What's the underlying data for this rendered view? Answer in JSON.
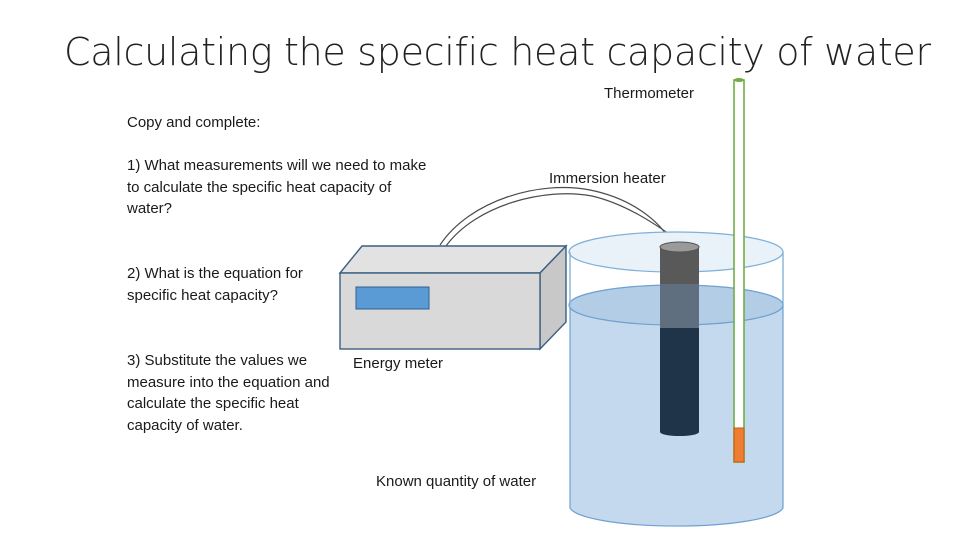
{
  "slide": {
    "title": "Calculating the specific heat capacity of water",
    "intro": "Copy and complete:",
    "questions": [
      {
        "text": "1) What measurements will we need to make to calculate the specific heat capacity of water?"
      },
      {
        "text": "2) What is the equation for specific heat capacity?"
      },
      {
        "text": "3) Substitute the values we measure into the equation and calculate the specific heat capacity of water."
      }
    ]
  },
  "diagram": {
    "labels": {
      "thermometer": "Thermometer",
      "immersion_heater": "Immersion heater",
      "energy_meter": "Energy meter",
      "water": "Known quantity of water"
    },
    "colors": {
      "beaker_rim": "#7fb0d8",
      "water_fill": "#c5d9ee",
      "water_surface": "#b3cde6",
      "heater_top": "#595959",
      "heater_submerged": "#1f3349",
      "thermometer_tube": "#70ad47",
      "thermometer_bulb": "#ed7d31",
      "meter_body": "#d9d9d9",
      "meter_edge": "#3b5f82",
      "meter_display": "#5b9bd5"
    }
  }
}
